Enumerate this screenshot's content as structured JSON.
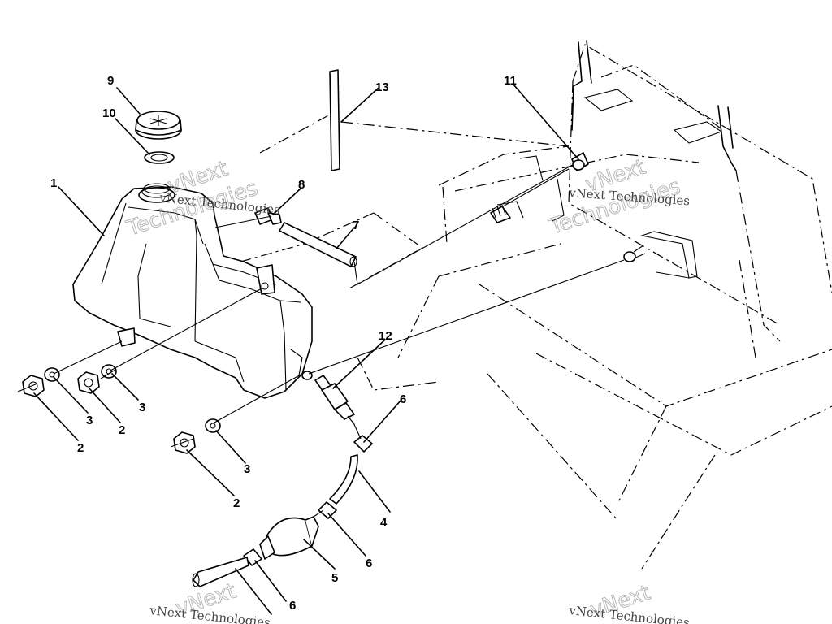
{
  "callouts": [
    {
      "id": "c1",
      "text": "1"
    },
    {
      "id": "c2a",
      "text": "2"
    },
    {
      "id": "c2b",
      "text": "2"
    },
    {
      "id": "c2c",
      "text": "2"
    },
    {
      "id": "c3a",
      "text": "3"
    },
    {
      "id": "c3b",
      "text": "3"
    },
    {
      "id": "c3c",
      "text": "3"
    },
    {
      "id": "c4",
      "text": "4"
    },
    {
      "id": "c5",
      "text": "5"
    },
    {
      "id": "c6a",
      "text": "6"
    },
    {
      "id": "c6b",
      "text": "6"
    },
    {
      "id": "c6c",
      "text": "6"
    },
    {
      "id": "c7",
      "text": "7"
    },
    {
      "id": "c8",
      "text": "8"
    },
    {
      "id": "c9",
      "text": "9"
    },
    {
      "id": "c10",
      "text": "10"
    },
    {
      "id": "c11",
      "text": "11"
    },
    {
      "id": "c12",
      "text": "12"
    },
    {
      "id": "c13",
      "text": "13"
    }
  ],
  "watermark": {
    "brand": "vNext Technologies",
    "word_a": "vNext",
    "word_b": "Technologies"
  }
}
